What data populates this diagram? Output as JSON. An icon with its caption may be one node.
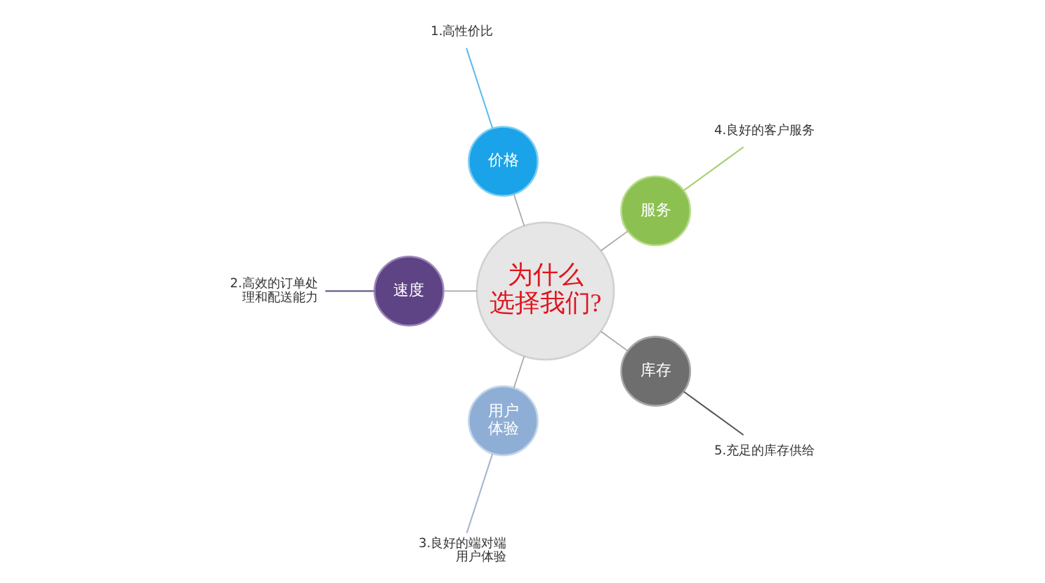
{
  "diagram": {
    "nodes": [
      {
        "text": [
          "为什么选择我们?"
        ]
      },
      {
        "text": [
          "价格"
        ]
      },
      {
        "text": [
          "1.高性价比"
        ]
      },
      {
        "text": [
          "服务"
        ]
      },
      {
        "text": [
          "4.良好的客户服务"
        ]
      },
      {
        "text": [
          "库存"
        ]
      },
      {
        "text": [
          "5.充足的库存供给"
        ]
      },
      {
        "text": [
          "用户体验"
        ]
      },
      {
        "text": [
          "3.良好的端对端用户体验"
        ]
      },
      {
        "text": [
          "速度"
        ]
      },
      {
        "text": [
          "2.高效的订单处理和配送能力"
        ]
      }
    ],
    "edges": [
      {
        "from": 0,
        "to": 3,
        "arrow": "none"
      },
      {
        "from": 0,
        "to": 1,
        "arrow": "none"
      },
      {
        "from": 0,
        "to": 9,
        "arrow": "none"
      },
      {
        "from": 0,
        "to": 7,
        "arrow": "none"
      },
      {
        "from": 0,
        "to": 5,
        "arrow": "none"
      },
      {
        "from": 4,
        "to": 3,
        "arrow": "none",
        "color": "#a8cf72"
      },
      {
        "from": 2,
        "to": 1,
        "arrow": "none",
        "color": "#5bbde6"
      },
      {
        "from": 10,
        "to": 9,
        "arrow": "none",
        "color": "#6b5a8e"
      },
      {
        "from": 8,
        "to": 7,
        "arrow": "none",
        "color": "#a3b6cf"
      },
      {
        "from": 6,
        "to": 5,
        "arrow": "none",
        "color": "#555555"
      }
    ]
  }
}
